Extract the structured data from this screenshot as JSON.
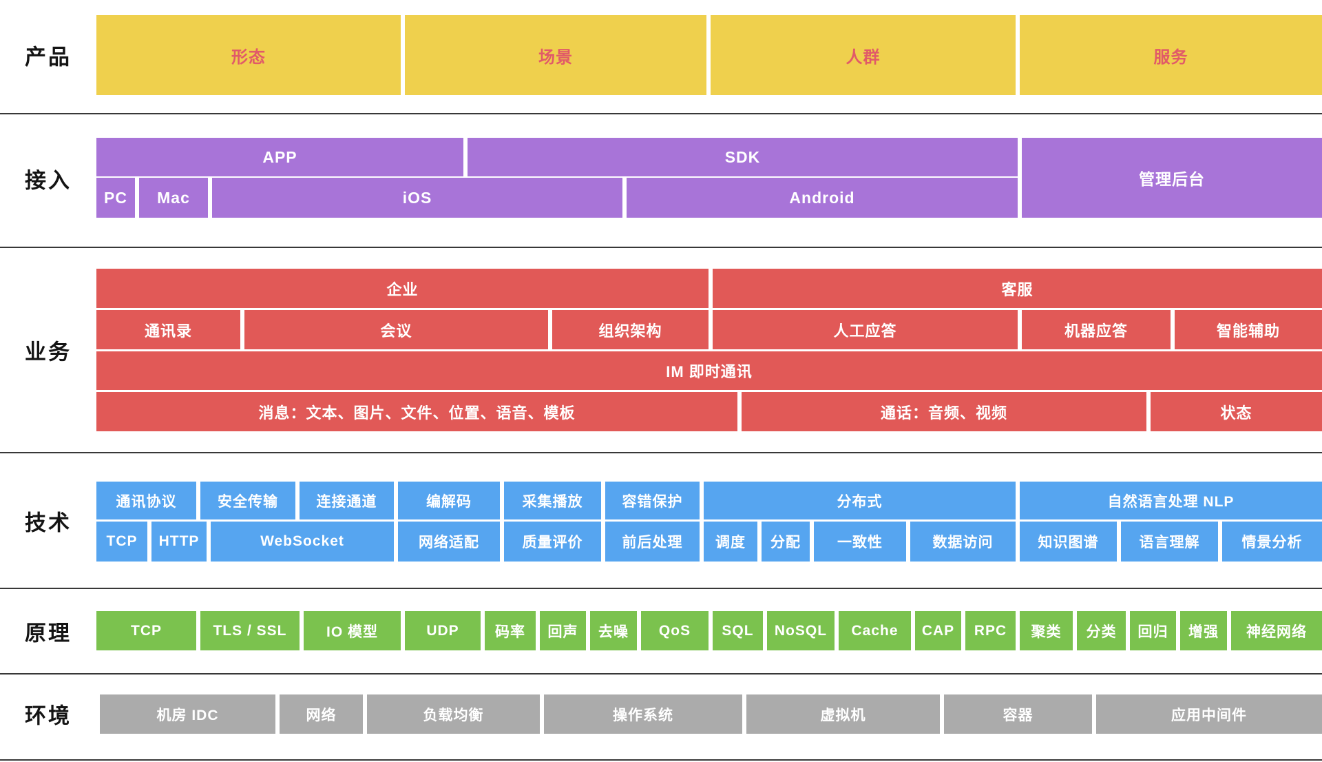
{
  "colors": {
    "product_bg": "#EFD04D",
    "product_text": "#E15A68",
    "access_bg": "#A874D8",
    "business_bg": "#E15957",
    "tech_bg": "#56A5F0",
    "principle_bg": "#7BC24E",
    "env_bg": "#ABABAB",
    "divider": "#383838",
    "label_text": "#141414"
  },
  "rows": {
    "product": {
      "label": "产品",
      "cells": [
        "形态",
        "场景",
        "人群",
        "服务"
      ]
    },
    "access": {
      "label": "接入",
      "top": [
        "APP",
        "SDK"
      ],
      "bottom": [
        "PC",
        "Mac",
        "iOS",
        "Android"
      ],
      "side": "管理后台"
    },
    "business": {
      "label": "业务",
      "row1": [
        "企业",
        "客服"
      ],
      "row2": [
        "通讯录",
        "会议",
        "组织架构",
        "人工应答",
        "机器应答",
        "智能辅助"
      ],
      "row3": [
        "IM 即时通讯"
      ],
      "row4": [
        "消息：文本、图片、文件、位置、语音、模板",
        "通话：音频、视频",
        "状态"
      ]
    },
    "tech": {
      "label": "技术",
      "row1": [
        "通讯协议",
        "安全传输",
        "连接通道",
        "编解码",
        "采集播放",
        "容错保护",
        "分布式",
        "自然语言处理 NLP"
      ],
      "row2": [
        "TCP",
        "HTTP",
        "WebSocket",
        "网络适配",
        "质量评价",
        "前后处理",
        "调度",
        "分配",
        "一致性",
        "数据访问",
        "知识图谱",
        "语言理解",
        "情景分析"
      ]
    },
    "principle": {
      "label": "原理",
      "cells": [
        "TCP",
        "TLS / SSL",
        "IO 模型",
        "UDP",
        "码率",
        "回声",
        "去噪",
        "QoS",
        "SQL",
        "NoSQL",
        "Cache",
        "CAP",
        "RPC",
        "聚类",
        "分类",
        "回归",
        "增强",
        "神经网络"
      ]
    },
    "env": {
      "label": "环境",
      "cells": [
        "机房 IDC",
        "网络",
        "负载均衡",
        "操作系统",
        "虚拟机",
        "容器",
        "应用中间件"
      ]
    }
  }
}
